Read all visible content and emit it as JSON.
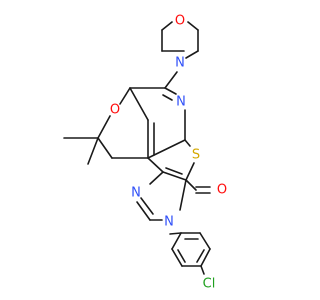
{
  "atoms": {
    "morpholine_o": {
      "text": "O",
      "color": "#ff0d0d"
    },
    "morpholine_n": {
      "text": "N",
      "color": "#3050f8"
    },
    "pyran_o": {
      "text": "O",
      "color": "#ff0d0d"
    },
    "pyridine_n": {
      "text": "N",
      "color": "#3050f8"
    },
    "thiophene_s": {
      "text": "S",
      "color": "#d4a800"
    },
    "pyrimidine_n_left": {
      "text": "N",
      "color": "#3050f8"
    },
    "pyrimidine_n_right": {
      "text": "N",
      "color": "#3050f8"
    },
    "carbonyl_o": {
      "text": "O",
      "color": "#ff0d0d"
    },
    "chloro": {
      "text": "Cl",
      "color": "#1fa01f"
    }
  }
}
